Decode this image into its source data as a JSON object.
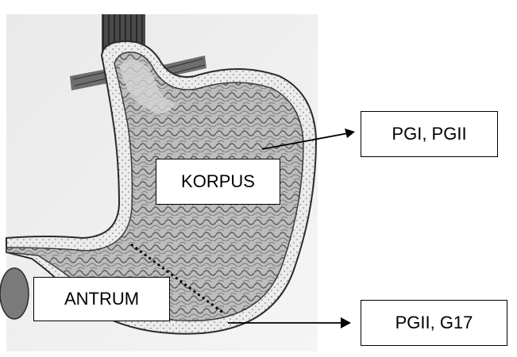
{
  "labels": {
    "korpus": "KORPUS",
    "antrum": "ANTRUM",
    "korpus_markers": "PGI, PGII",
    "antrum_markers": "PGII, G17"
  },
  "colors": {
    "background": "#ffffff",
    "line": "#000000",
    "box_border": "#000000",
    "text": "#000000"
  },
  "illustration": {
    "subject": "stomach-cross-section",
    "style": "grayscale-engraving"
  }
}
